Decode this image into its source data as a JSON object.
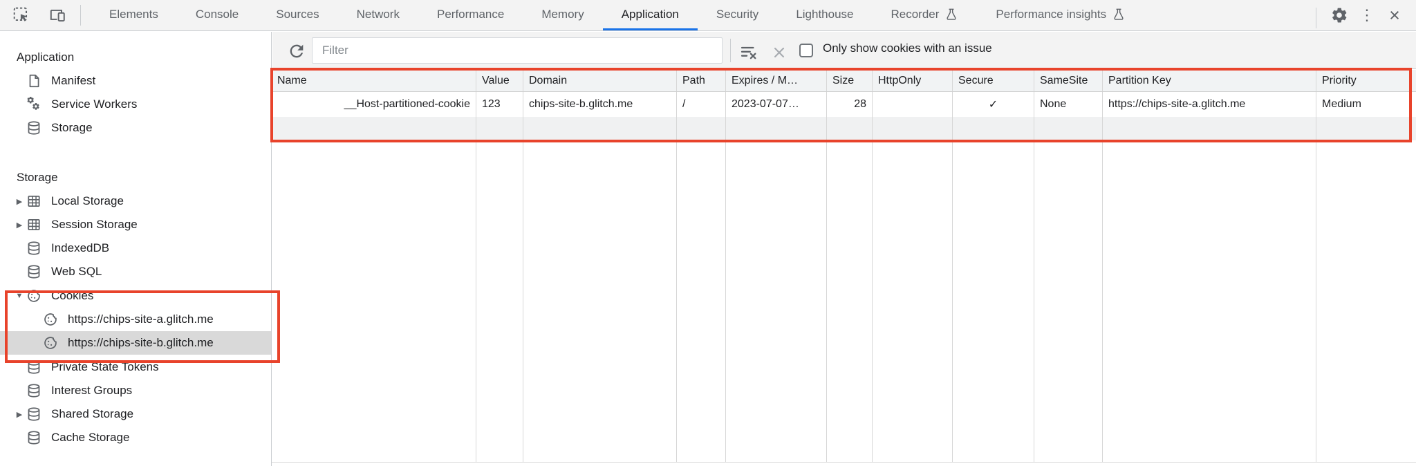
{
  "colors": {
    "highlight_red": "#e8432b",
    "selected_tab_blue": "#1a73e8",
    "toolbar_bg": "#f3f3f3",
    "table_header_bg": "#f1f3f4",
    "selected_tree_item_bg": "#d9d9d9",
    "icon_gray": "#5f6368"
  },
  "tabbar": {
    "tabs": [
      {
        "label": "Elements"
      },
      {
        "label": "Console"
      },
      {
        "label": "Sources"
      },
      {
        "label": "Network"
      },
      {
        "label": "Performance"
      },
      {
        "label": "Memory"
      },
      {
        "label": "Application",
        "selected": true
      },
      {
        "label": "Security"
      },
      {
        "label": "Lighthouse"
      },
      {
        "label": "Recorder",
        "experiment": true
      },
      {
        "label": "Performance insights",
        "experiment": true
      }
    ],
    "left_icons": [
      "inspect-icon",
      "device-toolbar-icon"
    ],
    "right_icons": [
      "settings-gear-icon",
      "more-vertical-icon",
      "close-icon"
    ],
    "more_glyph": "⋮",
    "close_glyph": "×"
  },
  "sidebar": {
    "sections": [
      {
        "title": "Application",
        "items": [
          {
            "label": "Manifest",
            "icon": "manifest-file-icon"
          },
          {
            "label": "Service Workers",
            "icon": "service-workers-gears-icon"
          },
          {
            "label": "Storage",
            "icon": "database-icon"
          }
        ]
      },
      {
        "title": "Storage",
        "items": [
          {
            "label": "Local Storage",
            "icon": "table-grid-icon",
            "expander": "collapsed"
          },
          {
            "label": "Session Storage",
            "icon": "table-grid-icon",
            "expander": "collapsed"
          },
          {
            "label": "IndexedDB",
            "icon": "database-icon"
          },
          {
            "label": "Web SQL",
            "icon": "database-icon"
          },
          {
            "label": "Cookies",
            "icon": "cookie-icon",
            "expander": "expanded"
          },
          {
            "label": "https://chips-site-a.glitch.me",
            "icon": "cookie-icon",
            "child": true
          },
          {
            "label": "https://chips-site-b.glitch.me",
            "icon": "cookie-icon",
            "child": true,
            "selected": true
          },
          {
            "label": "Private State Tokens",
            "icon": "database-icon"
          },
          {
            "label": "Interest Groups",
            "icon": "database-icon"
          },
          {
            "label": "Shared Storage",
            "icon": "database-icon",
            "expander": "collapsed"
          },
          {
            "label": "Cache Storage",
            "icon": "database-icon"
          }
        ]
      }
    ]
  },
  "icons": {
    "expander_collapsed": "▶",
    "expander_expanded": "▼"
  },
  "toolbar": {
    "filter_placeholder": "Filter",
    "filter_value": "",
    "checkbox_checked": false,
    "checkbox_label": "Only show cookies with an issue"
  },
  "table": {
    "columns": [
      "Name",
      "Value",
      "Domain",
      "Path",
      "Expires / M…",
      "Size",
      "HttpOnly",
      "Secure",
      "SameSite",
      "Partition Key",
      "Priority"
    ],
    "rows": [
      {
        "name": "__Host-partitioned-cookie",
        "value": "123",
        "domain": "chips-site-b.glitch.me",
        "path": "/",
        "expires": "2023-07-07…",
        "size": "28",
        "httponly": "",
        "secure": "✓",
        "samesite": "None",
        "partition_key": "https://chips-site-a.glitch.me",
        "priority": "Medium"
      }
    ]
  }
}
